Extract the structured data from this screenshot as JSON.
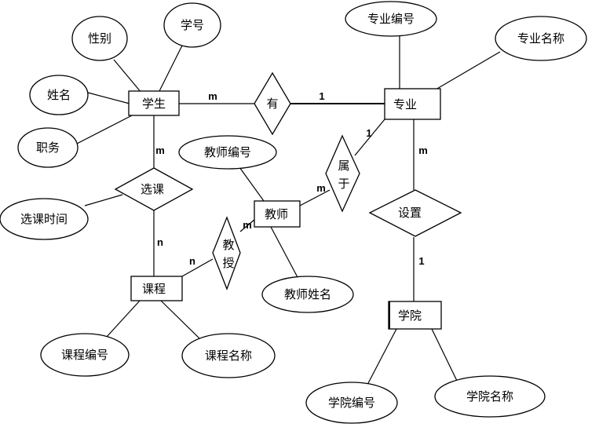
{
  "entities": {
    "student": "学生",
    "major": "专业",
    "teacher": "教师",
    "course": "课程",
    "college": "学院"
  },
  "attributes": {
    "gender": "性别",
    "student_id": "学号",
    "name": "姓名",
    "position": "职务",
    "major_id": "专业编号",
    "major_name": "专业名称",
    "teacher_id": "教师编号",
    "teacher_name": "教师姓名",
    "select_time": "选课时间",
    "course_id": "课程编号",
    "course_name": "课程名称",
    "college_id": "学院编号",
    "college_name": "学院名称"
  },
  "relationships": {
    "has": "有",
    "belongs_1": "属",
    "belongs_2": "于",
    "select": "选课",
    "setup": "设置",
    "teach_1": "教",
    "teach_2": "授"
  },
  "cardinalities": {
    "has_student": "m",
    "has_major": "1",
    "belongs_major": "1",
    "belongs_teacher": "m",
    "select_student": "m",
    "select_course": "n",
    "setup_major": "m",
    "setup_college": "1",
    "teach_teacher": "m",
    "teach_course": "n"
  }
}
